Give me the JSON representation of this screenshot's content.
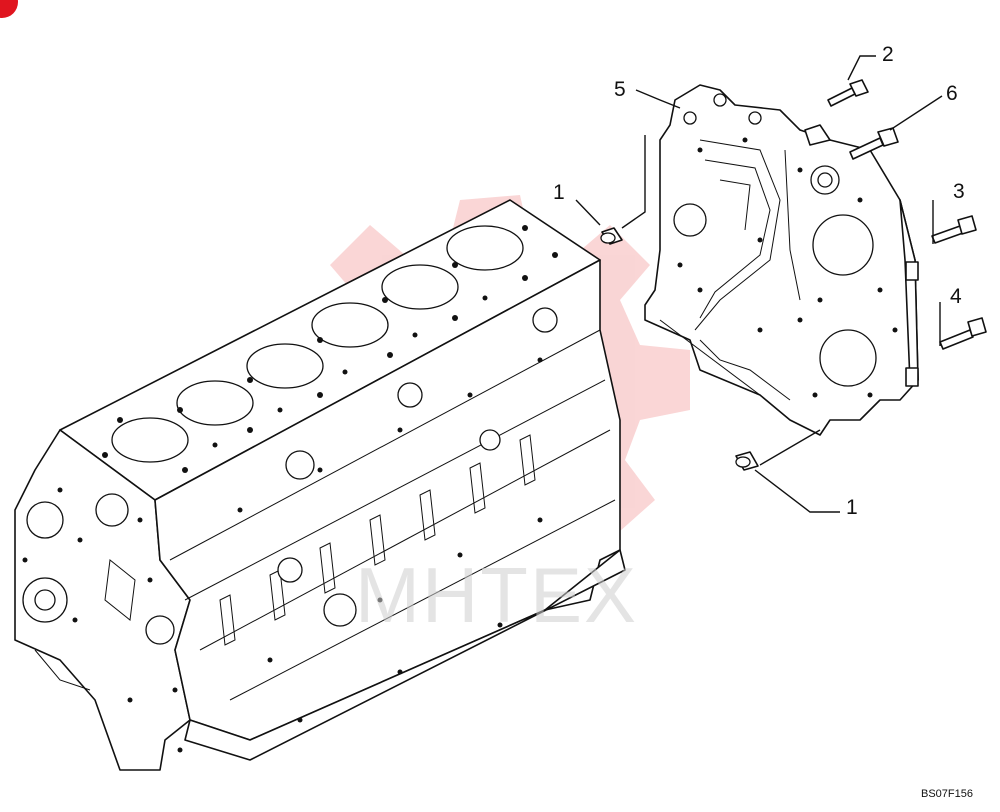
{
  "figure_ref": "BS07F156",
  "watermark": {
    "text": "MHTEX",
    "color": "#f5b5b5"
  },
  "brand_corner_color": "#e0151f",
  "callouts": [
    {
      "label": "1"
    },
    {
      "label": "1"
    },
    {
      "label": "2"
    },
    {
      "label": "3"
    },
    {
      "label": "4"
    },
    {
      "label": "5"
    },
    {
      "label": "6"
    }
  ],
  "parts": {
    "engine_block": "engine-block",
    "front_plate": "gear-housing-plate",
    "bushing_upper": "bushing",
    "bushing_lower": "bushing",
    "bolts": [
      "bolt",
      "bolt",
      "bolt",
      "bolt"
    ]
  }
}
